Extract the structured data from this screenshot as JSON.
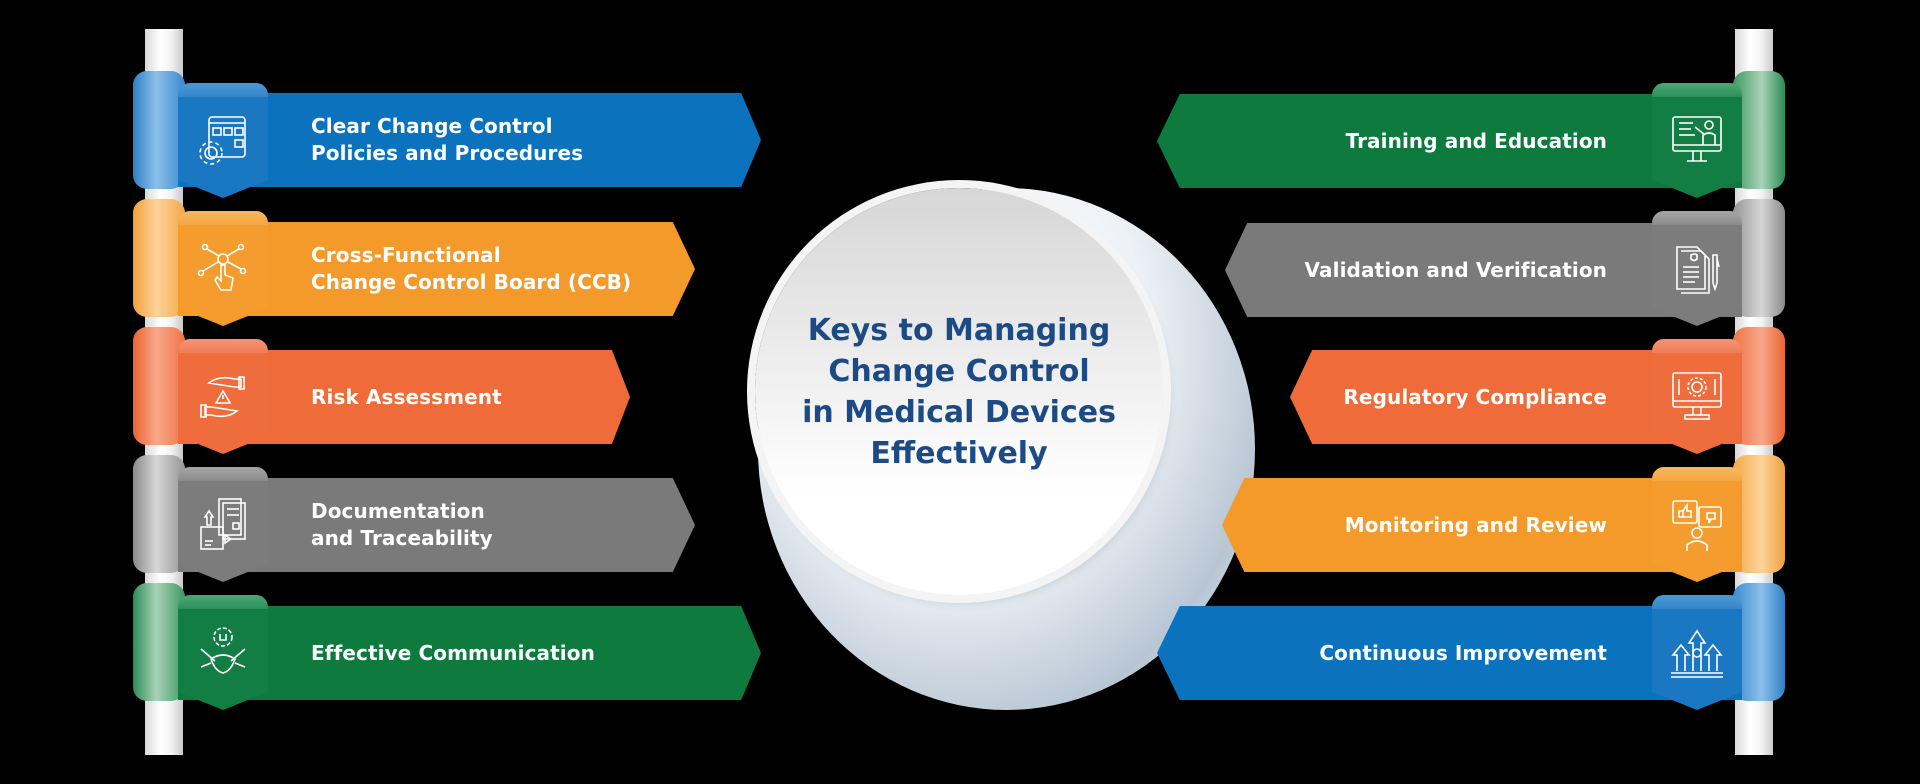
{
  "diagram": {
    "title": "Keys to Managing\nChange Control\nin Medical Devices\nEffectively",
    "colors": {
      "blue": "#0b72bd",
      "orange": "#f49a2b",
      "red_orange": "#ef6b3a",
      "gray": "#7a7a7a",
      "green": "#0f7a3e",
      "title_text": "#1b4a84"
    },
    "left_items": [
      {
        "label": "Clear Change Control\nPolicies and Procedures",
        "icon": "folder-gear-icon",
        "color": "blue"
      },
      {
        "label": "Cross-Functional\nChange Control Board (CCB)",
        "icon": "network-hand-icon",
        "color": "orange"
      },
      {
        "label": "Risk Assessment",
        "icon": "hands-warning-icon",
        "color": "red_orange"
      },
      {
        "label": "Documentation\nand Traceability",
        "icon": "documents-transfer-icon",
        "color": "gray"
      },
      {
        "label": "Effective Communication",
        "icon": "handshake-gear-icon",
        "color": "green"
      }
    ],
    "right_items": [
      {
        "label": "Training and Education",
        "icon": "monitor-teacher-icon",
        "color": "green"
      },
      {
        "label": "Validation and Verification",
        "icon": "document-pen-icon",
        "color": "gray"
      },
      {
        "label": "Regulatory Compliance",
        "icon": "monitor-gear-icon",
        "color": "red_orange"
      },
      {
        "label": "Monitoring and Review",
        "icon": "feedback-person-icon",
        "color": "orange"
      },
      {
        "label": "Continuous Improvement",
        "icon": "growth-arrows-icon",
        "color": "blue"
      }
    ]
  }
}
